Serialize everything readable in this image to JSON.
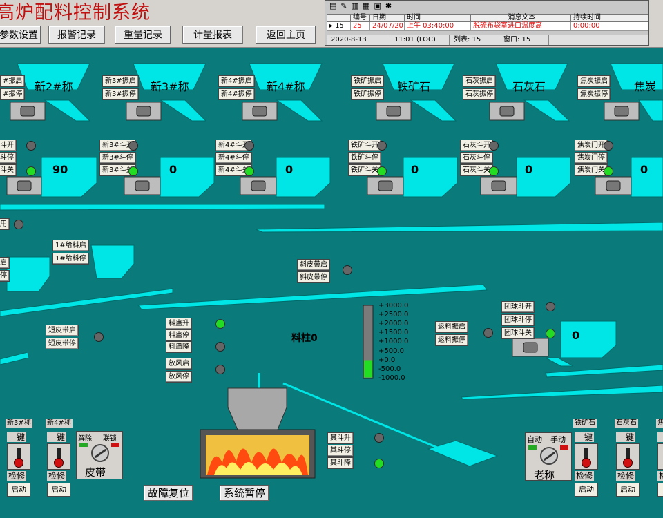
{
  "header": {
    "title": "高炉配料控制系统"
  },
  "menu": [
    {
      "label": "参数设置"
    },
    {
      "label": "报警记录"
    },
    {
      "label": "重量记录"
    },
    {
      "label": "计量报表"
    },
    {
      "label": "返回主页"
    }
  ],
  "alarm": {
    "headers": [
      "编号",
      "日期",
      "时间",
      "消息文本",
      "持续时间"
    ],
    "row": {
      "index": "▸ 15",
      "num": "25",
      "date": "24/07/20",
      "time": "上午 03:40:00",
      "text": "脱硫布袋室进口温度高",
      "duration": "0:00:00"
    },
    "status": {
      "date": "2020-8-13",
      "time": "11:01 (LOC)",
      "list": "列表: 15",
      "window": "窗口: 15"
    }
  },
  "hoppers": [
    {
      "name": "新2#称",
      "start": "#振启",
      "stop": "#振停",
      "open": "斗开",
      "hold": "斗停",
      "close": "斗关",
      "value": "90"
    },
    {
      "name": "新3#称",
      "start": "新3#振启",
      "stop": "新3#振停",
      "open": "新3#斗开",
      "hold": "新3#斗停",
      "close": "新3#斗关",
      "value": "0"
    },
    {
      "name": "新4#称",
      "start": "新4#振启",
      "stop": "新4#振停",
      "open": "新4#斗开",
      "hold": "新4#斗停",
      "close": "新4#斗关",
      "value": "0"
    },
    {
      "name": "铁矿石",
      "start": "铁矿振启",
      "stop": "铁矿振停",
      "open": "铁矿斗开",
      "hold": "铁矿斗停",
      "close": "铁矿斗关",
      "value": "0"
    },
    {
      "name": "石灰石",
      "start": "石灰振启",
      "stop": "石灰振停",
      "open": "石灰斗开",
      "hold": "石灰斗停",
      "close": "石灰斗关",
      "value": "0"
    },
    {
      "name": "焦炭",
      "start": "焦炭振启",
      "stop": "焦炭振停",
      "open": "焦炭门开",
      "hold": "焦炭门停",
      "close": "焦炭门关",
      "value": "0"
    }
  ],
  "misc": {
    "left_partial_a": "用",
    "left_partial_b": "启",
    "left_partial_c": "停",
    "feeder1_start": "1#给料启",
    "feeder1_stop": "1#给料停",
    "incline_start": "斜皮带启",
    "incline_stop": "斜皮带停",
    "short_start": "短皮带启",
    "short_stop": "短皮带停",
    "hoist_up": "料蛊升",
    "hoist_stop": "料蛊停",
    "hoist_down": "料蛊降",
    "vent_start": "放风启",
    "vent_stop": "放风停",
    "column_label": "料柱0",
    "return_start": "返料振启",
    "return_stop": "返料振停",
    "pellet_open": "团球斗开",
    "pellet_hold": "团球斗停",
    "pellet_close": "团球斗关",
    "pellet_value": "0",
    "other_up": "其斗升",
    "other_stop": "其斗停",
    "other_down": "其斗降",
    "fault_reset": "故障复位",
    "sys_pause": "系统暂停"
  },
  "gauge": {
    "ticks": [
      "+3000.0",
      "+2500.0",
      "+2000.0",
      "+1500.0",
      "+1000.0",
      "+500.0",
      "+0.0",
      "-500.0",
      "-1000.0"
    ],
    "value": 0,
    "min": -1000,
    "max": 3000
  },
  "bottom": {
    "left_panels": [
      {
        "tag": "新3#称",
        "one_key": "一键",
        "repair": "检修",
        "start": "启动"
      },
      {
        "tag": "新4#称",
        "one_key": "一键",
        "repair": "检修",
        "start": "启动"
      }
    ],
    "belt": {
      "release": "解除",
      "link": "联锁",
      "label": "皮带"
    },
    "old": {
      "auto": "自动",
      "manual": "手动",
      "label": "老称"
    },
    "right_panels": [
      {
        "tag": "铁矿石",
        "one_key": "一键",
        "repair": "检修",
        "start": "启动"
      },
      {
        "tag": "石灰石",
        "one_key": "一键",
        "repair": "检修",
        "start": "启动"
      },
      {
        "tag": "焦",
        "one_key": "一",
        "repair": "检",
        "start": "启"
      }
    ]
  },
  "colors": {
    "bg": "#0b7a7a",
    "cyan": "#00e5e5",
    "red": "#c01010",
    "lamp_on": "#22dd22",
    "lamp_off": "#666666"
  }
}
